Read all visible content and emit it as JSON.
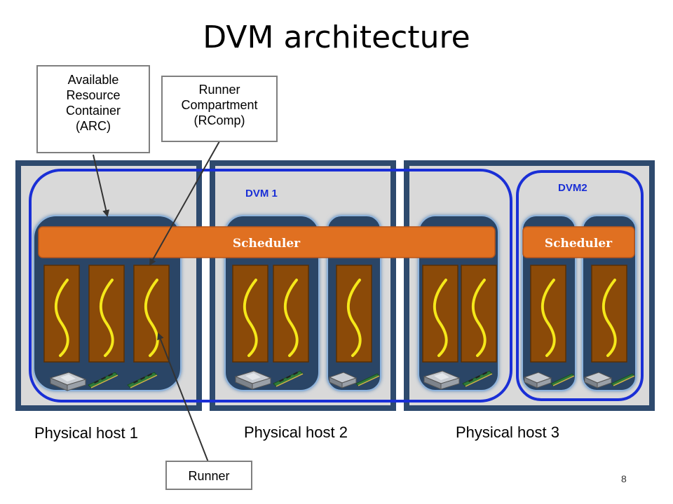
{
  "title": "DVM architecture",
  "callouts": {
    "arc": [
      "Available",
      "Resource",
      "Container",
      "(ARC)"
    ],
    "rcomp": [
      "Runner",
      "Compartment",
      "(RComp)"
    ],
    "runner": [
      "Runner"
    ]
  },
  "hosts": {
    "host1": "Physical host 1",
    "host2": "Physical host 2",
    "host3": "Physical host 3"
  },
  "dvms": {
    "dvm1": "DVM 1",
    "dvm2": "DVM2"
  },
  "scheduler_label": "Scheduler",
  "slide_number": "8",
  "colors": {
    "host_border": "#2e4a6e",
    "host_fill": "#d9d9d9",
    "arc_fill": "#2b4466",
    "rcomp_fill": "#8b4a08",
    "runner_stroke": "#f5e81a",
    "scheduler_fill": "#e07021",
    "dvm_outline": "#1a2fd6",
    "dvm_text": "#1a2fd6"
  },
  "icons": [
    "cpu-chip-icon",
    "memory-module-icon"
  ]
}
